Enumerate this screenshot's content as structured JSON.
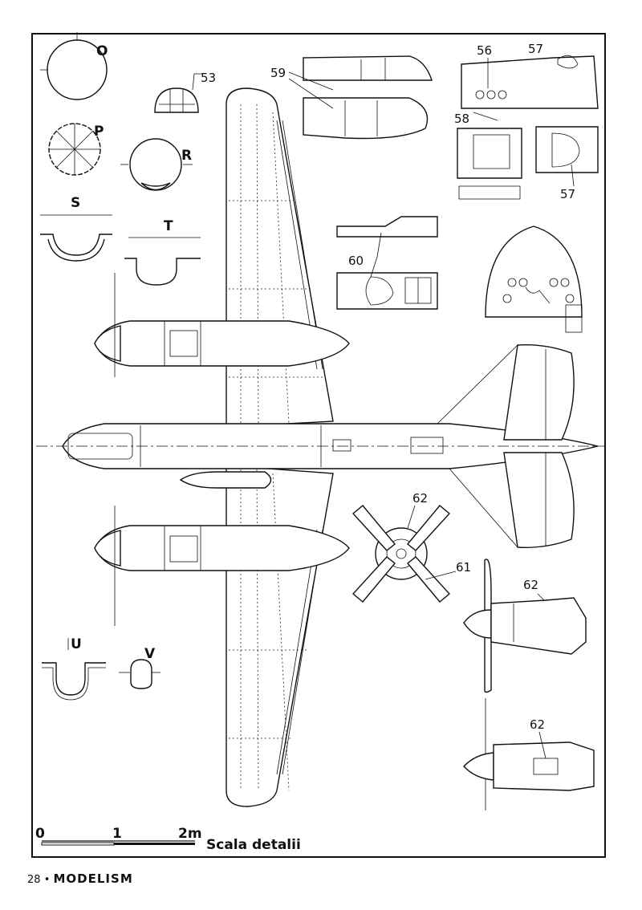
{
  "labels": {
    "O": "O",
    "P": "P",
    "R": "R",
    "S": "S",
    "T": "T",
    "U": "U",
    "V": "V",
    "c53": "53",
    "c56": "56",
    "c57a": "57",
    "c57b": "57",
    "c58": "58",
    "c59": "59",
    "c60": "60",
    "c61": "61",
    "c62a": "62",
    "c62b": "62",
    "c62c": "62"
  },
  "scale": {
    "t0": "0",
    "t1": "1",
    "t2": "2m",
    "caption": "Scala detalii"
  },
  "footer": {
    "page": "28",
    "bullet": "•",
    "brand": "MODELISM"
  }
}
